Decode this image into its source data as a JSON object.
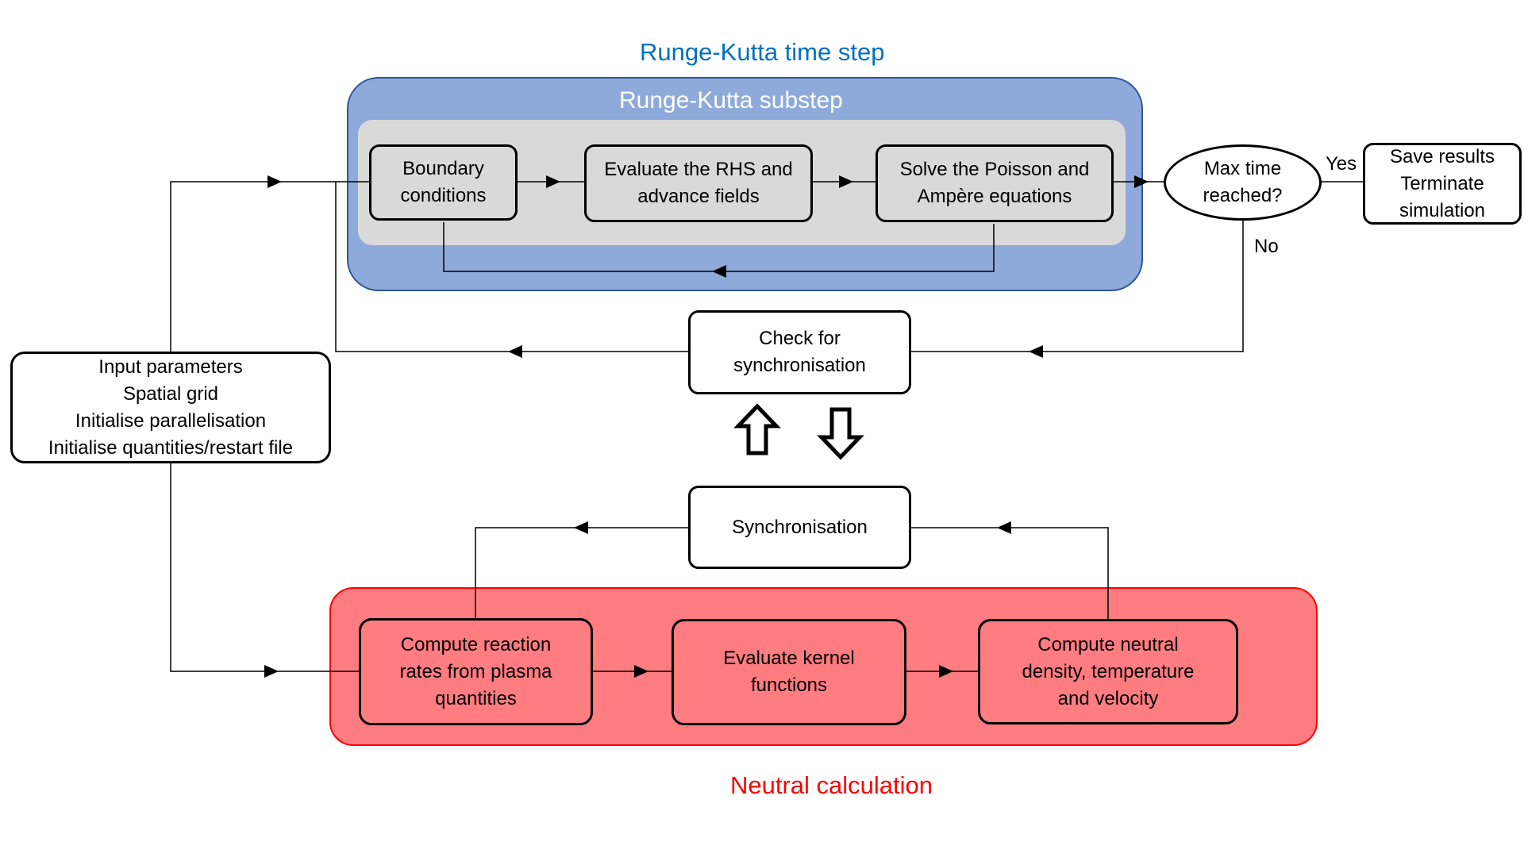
{
  "titles": {
    "rk_time_step": "Runge-Kutta time step",
    "rk_substep": "Runge-Kutta substep",
    "neutral_calculation": "Neutral calculation"
  },
  "nodes": {
    "boundary_conditions": "Boundary\nconditions",
    "evaluate_rhs": "Evaluate the RHS and\nadvance fields",
    "solve_poisson": "Solve the Poisson and\nAmpère equations",
    "max_time": "Max time\nreached?",
    "save_results": "Save results\nTerminate\nsimulation",
    "check_sync": "Check for\nsynchronisation",
    "input_params": "Input parameters\nSpatial grid\nInitialise parallelisation\nInitialise quantities/restart file",
    "synchronisation": "Synchronisation",
    "compute_reaction": "Compute reaction\nrates from plasma\nquantities",
    "evaluate_kernel": "Evaluate kernel\nfunctions",
    "compute_neutral": "Compute neutral\ndensity, temperature\nand velocity"
  },
  "edge_labels": {
    "yes": "Yes",
    "no": "No"
  },
  "colors": {
    "rk_title": "#0070c0",
    "rk_outer_fill": "#8eaadb",
    "rk_outer_border": "#2f5597",
    "rk_inner_fill": "#d9d9d9",
    "neutral_title": "#ff0000",
    "neutral_fill": "#ff7c80",
    "neutral_border": "#ff0000"
  }
}
